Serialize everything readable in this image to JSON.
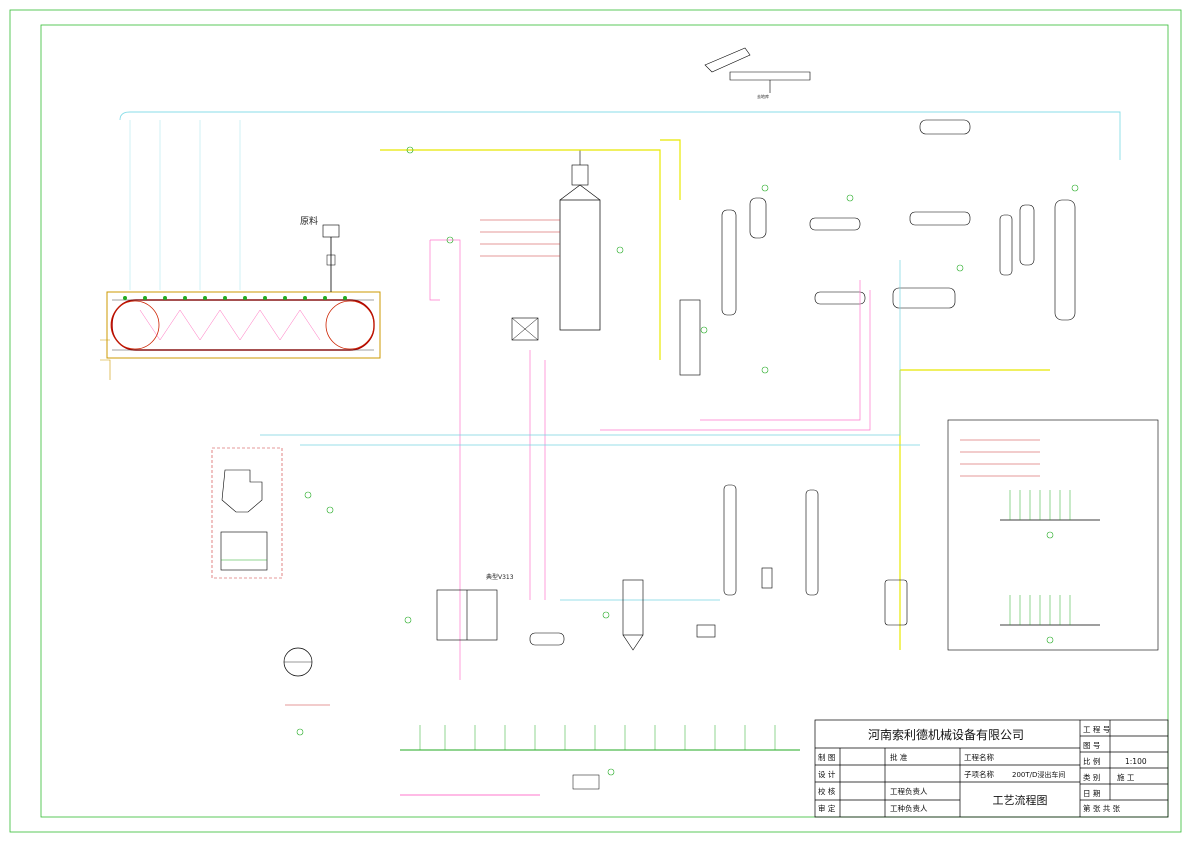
{
  "company": "河南索利德机械设备有限公司",
  "drawing_title": "工艺流程图",
  "title_block": {
    "rows_left": [
      {
        "label": "制  图",
        "mid": "批  准"
      },
      {
        "label": "设  计",
        "mid": ""
      },
      {
        "label": "校  核",
        "mid": "工程负责人"
      },
      {
        "label": "审  定",
        "mid": "工种负责人"
      }
    ],
    "project_label": "工程名称",
    "sub_project_label": "子项名称",
    "sub_project_value": "200T/D浸出车间",
    "right_rows": [
      {
        "label": "工 程 号",
        "value": ""
      },
      {
        "label": "图    号",
        "value": ""
      },
      {
        "label": "比    例",
        "value": "1:100"
      },
      {
        "label": "类    别",
        "value": "施    工"
      },
      {
        "label": "日    期",
        "value": ""
      },
      {
        "label": "第     张  共     张",
        "value": ""
      }
    ]
  },
  "labels": {
    "raw_material": "原料",
    "typical_v313": "典型V313",
    "tank_label": "去地库"
  },
  "colors": {
    "frame": "#33bb33",
    "steam": "#e8e800",
    "cooling_water": "#66ccdd",
    "solvent": "#ff66cc",
    "mixed_oil": "#cc3333",
    "equipment": "#000000",
    "instrument": "#22aa22"
  }
}
